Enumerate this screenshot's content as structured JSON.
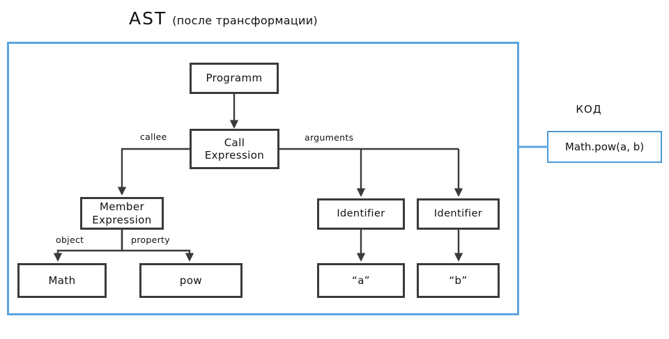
{
  "title": {
    "main": "AST",
    "sub": "(после трансформации)"
  },
  "code_panel": {
    "label": "КОД",
    "code": "Math.pow(a, b)"
  },
  "colors": {
    "frame_border": "#5ba3de",
    "code_border": "#4a9ad8",
    "node_border": "#3a3a3a",
    "text": "#111111",
    "background": "#ffffff"
  },
  "nodes": [
    {
      "id": "program",
      "label": "Programm"
    },
    {
      "id": "call",
      "label": "Call\nExpression",
      "line1": "Call",
      "line2": "Expression"
    },
    {
      "id": "member",
      "label": "Member\nExpression",
      "line1": "Member",
      "line2": "Expression"
    },
    {
      "id": "math",
      "label": "Math"
    },
    {
      "id": "pow",
      "label": "pow"
    },
    {
      "id": "ident_a",
      "label": "Identifier"
    },
    {
      "id": "ident_b",
      "label": "Identifier"
    },
    {
      "id": "str_a",
      "label": "“a”"
    },
    {
      "id": "str_b",
      "label": "“b”"
    }
  ],
  "edges": [
    {
      "from": "program",
      "to": "call",
      "label": ""
    },
    {
      "from": "call",
      "to": "member",
      "label": "callee"
    },
    {
      "from": "call",
      "to": "ident_a",
      "label": "arguments"
    },
    {
      "from": "call",
      "to": "ident_b",
      "label": "arguments"
    },
    {
      "from": "member",
      "to": "math",
      "label": "object"
    },
    {
      "from": "member",
      "to": "pow",
      "label": "property"
    },
    {
      "from": "ident_a",
      "to": "str_a",
      "label": ""
    },
    {
      "from": "ident_b",
      "to": "str_b",
      "label": ""
    }
  ],
  "edge_labels": {
    "callee": "callee",
    "arguments": "arguments",
    "object": "object",
    "property": "property"
  }
}
